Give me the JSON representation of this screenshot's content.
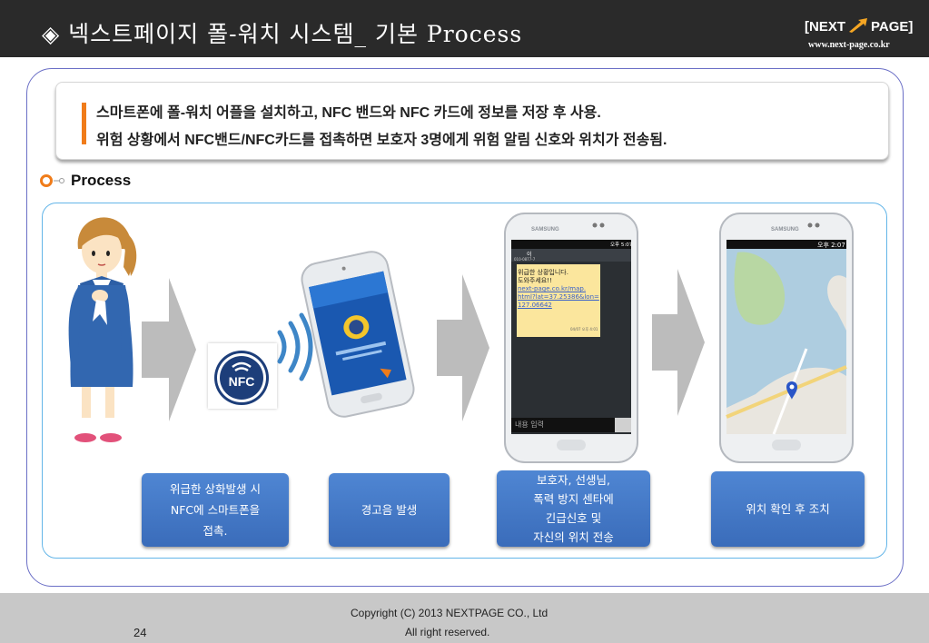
{
  "header": {
    "title": "◈ 넥스트페이지 폴-워치 시스템_ 기본 Process",
    "brand_left": "[NEXT",
    "brand_right": "PAGE]",
    "brand_url": "www.next-page.co.kr"
  },
  "description": {
    "line1": "스마트폰에 폴-워치 어플을 설치하고, NFC 밴드와 NFC 카드에 정보를 저장 후 사용.",
    "line2": "위험 상황에서 NFC밴드/NFC카드를 접촉하면 보호자 3명에게 위험 알림 신호와 위치가 전송됨."
  },
  "process": {
    "label": "Process",
    "nfc_label": "NFC",
    "steps": [
      {
        "label": "위급한 상화발생 시\nNFC에 스마트폰을\n접촉."
      },
      {
        "label": "경고음 발생"
      },
      {
        "label": "보호자, 선생님,\n폭력 방지 센타에\n긴급신호 및\n자신의 위치 전송"
      },
      {
        "label": "위치 확인 후 조치"
      }
    ]
  },
  "phone_sms": {
    "brand": "SAMSUNG",
    "status_time": "오후 5:07",
    "contact": "이",
    "contact_number": "010-0877-7",
    "message_line1": "위급한 상황입니다.",
    "message_line2": "도와주세요!!",
    "link_line1": "next-page.co.kr/map.",
    "link_line2": "html?lat=37.25386&lon=",
    "link_line3": "127.06642",
    "message_time": "04/07 오후 4:01",
    "input_placeholder": "내용 입력"
  },
  "phone_map": {
    "brand": "SAMSUNG",
    "status_time": "오후 2:07"
  },
  "footer": {
    "page_number": "24",
    "copyright": "Copyright (C) 2013 NEXTPAGE CO., Ltd",
    "rights": "All right reserved."
  },
  "colors": {
    "header_bg": "#2a2a2a",
    "accent_orange": "#f07c1a",
    "frame_purple": "#6b6fc6",
    "process_border": "#63b5e8",
    "step_button": "#3f74c4",
    "footer_bg": "#c8c8c8"
  }
}
